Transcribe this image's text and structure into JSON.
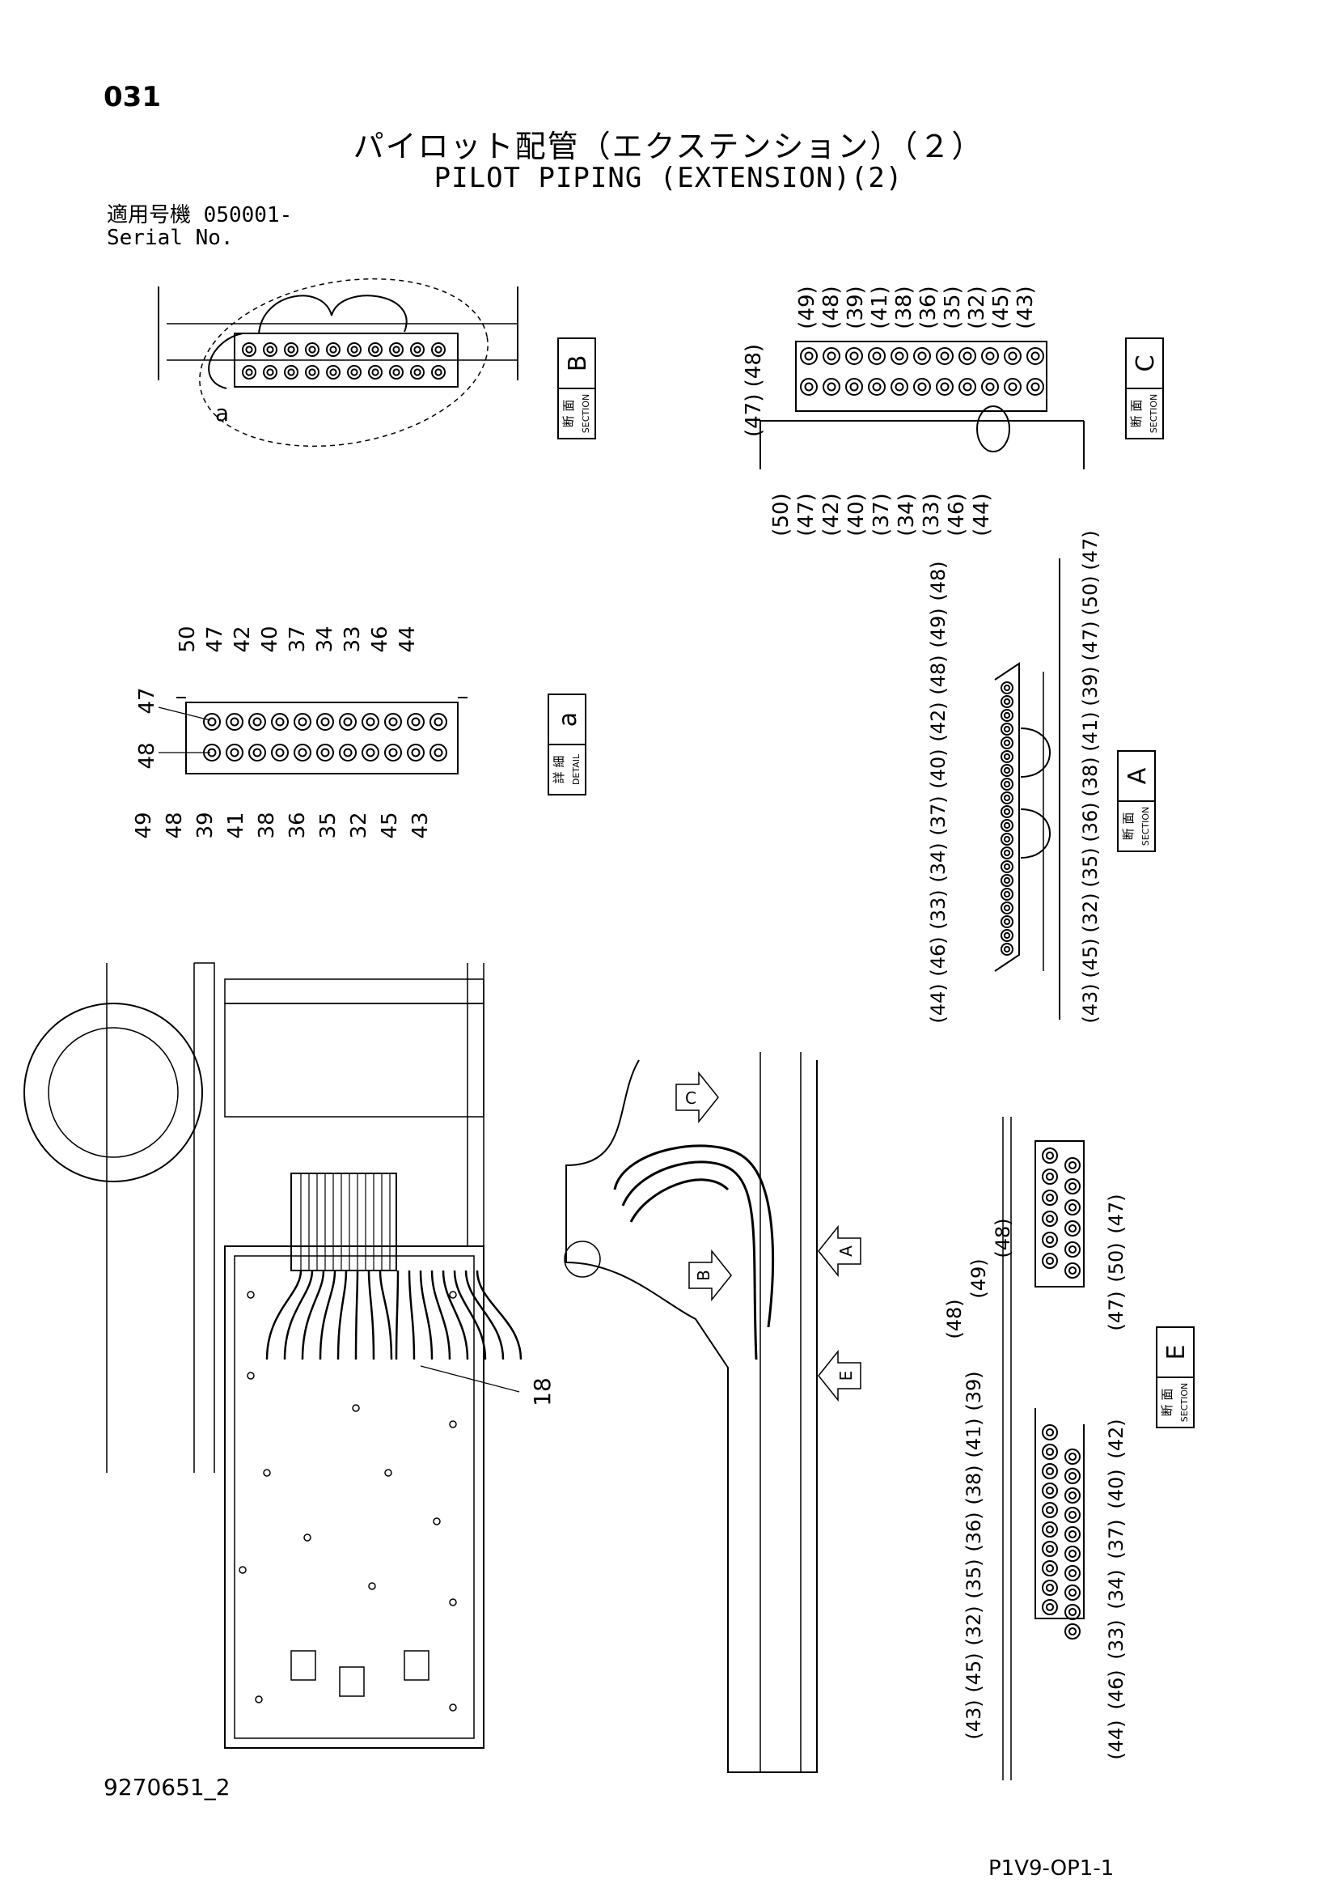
{
  "page_number": "031",
  "title_jp": "パイロット配管（エクステンション）（２）",
  "title_en": "PILOT PIPING (EXTENSION)(2)",
  "serial_label_jp": "適用号機",
  "serial_value": "050001-",
  "serial_label_en": "Serial No.",
  "footer_left": "9270651_2",
  "footer_right": "P1V9-OP1-1",
  "boxes": {
    "section_jp": "断 面",
    "section_en": "SECTION",
    "detail_jp": "詳 細",
    "detail_en": "DETAIL",
    "b": "B",
    "c": "C",
    "a_detail": "a",
    "a_section": "A",
    "e": "E"
  },
  "callouts": {
    "a_mark": "a",
    "main_part": "18",
    "view_c": "C",
    "view_b": "B",
    "view_a": "A",
    "view_e": "E"
  },
  "section_c": {
    "top": [
      "(49)",
      "(48)",
      "(39)",
      "(41)",
      "(38)",
      "(36)",
      "(35)",
      "(32)",
      "(45)",
      "(43)"
    ],
    "left": "(47) (48)",
    "bottom": [
      "(50)",
      "(47)",
      "(42)",
      "(40)",
      "(37)",
      "(34)",
      "(33)",
      "(46)",
      "(44)"
    ]
  },
  "detail_a": {
    "top": [
      "50",
      "47",
      "42",
      "40",
      "37",
      "34",
      "33",
      "46",
      "44"
    ],
    "left_top": "47",
    "left_bottom": "48",
    "bottom": [
      "49",
      "48",
      "39",
      "41",
      "38",
      "36",
      "35",
      "32",
      "45",
      "43"
    ]
  },
  "section_a": {
    "left": [
      "(44)",
      "(46)",
      "(33)",
      "(34)",
      "(37)",
      "(40)",
      "(42)",
      "(48)",
      "(49)",
      "(48)"
    ],
    "right": [
      "(43)",
      "(45)",
      "(32)",
      "(35)",
      "(36)",
      "(38)",
      "(41)",
      "(39)",
      "(47)",
      "(50)",
      "(47)"
    ]
  },
  "section_e": {
    "upper_left": [
      "(48)",
      "(49)",
      "(48)"
    ],
    "upper_right": [
      "(47)",
      "(50)",
      "(47)"
    ],
    "lower_left": [
      "(43)",
      "(45)",
      "(32)",
      "(35)",
      "(36)",
      "(38)",
      "(41)",
      "(39)"
    ],
    "lower_right": [
      "(44)",
      "(46)",
      "(33)",
      "(34)",
      "(37)",
      "(40)",
      "(42)"
    ]
  }
}
